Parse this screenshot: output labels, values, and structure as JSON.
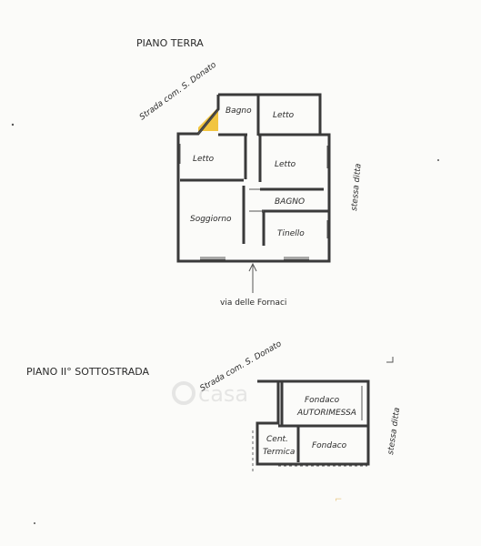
{
  "ground_floor": {
    "title": "PIANO TERRA",
    "street_label": "Strada com. S. Donato",
    "side_label": "stessa ditta",
    "road_label": "via delle Fornaci",
    "rooms": {
      "bagno_small": "Bagno",
      "letto_top": "Letto",
      "letto_left": "Letto",
      "letto_right": "Letto",
      "bagno_big": "BAGNO",
      "soggiorno": "Soggiorno",
      "tinello": "Tinello"
    }
  },
  "basement_floor": {
    "title": "PIANO II° SOTTOSTRADA",
    "street_label": "Strada com. S. Donato",
    "side_label": "stessa ditta",
    "rooms": {
      "fondaco_top": "Fondaco",
      "autorimessa": "AUTORIMESSA",
      "cent": "Cent.",
      "termica": "Termica",
      "fondaco_bottom": "Fondaco"
    }
  },
  "watermark": "casa",
  "colors": {
    "highlight": "#f2c540",
    "ink": "#2a2a2a",
    "paper": "#fbfbf9"
  }
}
